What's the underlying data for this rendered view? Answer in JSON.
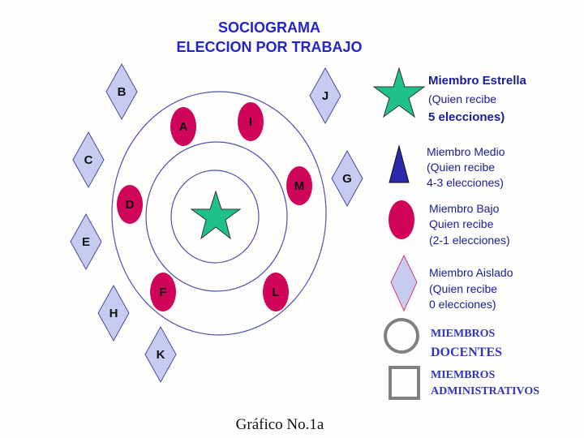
{
  "title": {
    "line1": "SOCIOGRAMA",
    "line2": "ELECCION POR TRABAJO"
  },
  "colors": {
    "star": "#20c08a",
    "low": "#d0055a",
    "isolated": "#c8cbf0",
    "isolated_border": "#4a4aa0",
    "medium": "#2a2ab0",
    "rings": "#5050b0"
  },
  "members": {
    "low": [
      "A",
      "I",
      "M",
      "D",
      "F",
      "L"
    ],
    "isolated": [
      "B",
      "C",
      "E",
      "H",
      "K",
      "J",
      "G"
    ]
  },
  "legend": {
    "star": {
      "l1": "Miembro Estrella",
      "l2": "(Quien recibe",
      "l3": "5 elecciones)"
    },
    "medium": {
      "l1": "Miembro Medio",
      "l2": "(Quien recibe",
      "l3": "4-3 elecciones)"
    },
    "low": {
      "l1": "Miembro Bajo",
      "l2": "Quien recibe",
      "l3": "(2-1 elecciones)"
    },
    "isolated": {
      "l1": "Miembro Aislado",
      "l2": "(Quien recibe",
      "l3": "0 elecciones)"
    },
    "teachers": {
      "l1": "MIEMBROS",
      "l2": "DOCENTES"
    },
    "admin": {
      "l1": "MIEMBROS",
      "l2": "ADMINISTRATIVOS"
    }
  },
  "caption": "Gráfico No.1a"
}
